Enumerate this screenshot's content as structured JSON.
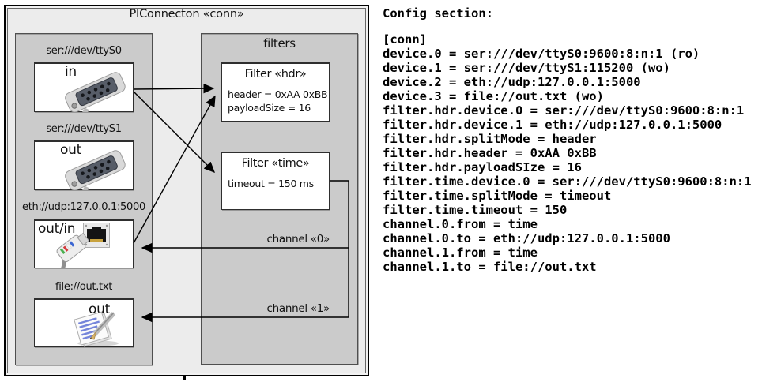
{
  "diagram": {
    "title": "PIConnecton «conn»",
    "devices": [
      {
        "label": "ser:///dev/ttyS0",
        "io": "in",
        "icon": "serial-connector"
      },
      {
        "label": "ser:///dev/ttyS1",
        "io": "out",
        "icon": "serial-connector"
      },
      {
        "label": "eth://udp:127.0.0.1:5000",
        "io": "out/in",
        "icon": "ethernet"
      },
      {
        "label": "file://out.txt",
        "io": "out",
        "icon": "file-note"
      }
    ],
    "filters_panel": {
      "title": "filters",
      "filters": [
        {
          "title": "Filter «hdr»",
          "lines": [
            "header = 0xAA 0xBB",
            "payloadSize = 16"
          ]
        },
        {
          "title": "Filter «time»",
          "lines": [
            "timeout = 150 ms"
          ]
        }
      ]
    },
    "channels": [
      {
        "label": "channel «0»"
      },
      {
        "label": "channel «1»"
      }
    ]
  },
  "config": {
    "heading": "Config section:",
    "lines": [
      "[conn]",
      "device.0 = ser:///dev/ttyS0:9600:8:n:1 (ro)",
      "device.1 = ser:///dev/ttyS1:115200 (wo)",
      "device.2 = eth://udp:127.0.0.1:5000",
      "device.3 = file://out.txt (wo)",
      "filter.hdr.device.0 = ser:///dev/ttyS0:9600:8:n:1",
      "filter.hdr.device.1 = eth://udp:127.0.0.1:5000",
      "filter.hdr.splitMode = header",
      "filter.hdr.header = 0xAA 0xBB",
      "filter.hdr.payloadSIze = 16",
      "filter.time.device.0 = ser:///dev/ttyS0:9600:8:n:1",
      "filter.time.splitMode = timeout",
      "filter.time.timeout = 150",
      "channel.0.from = time",
      "channel.0.to = eth://udp:127.0.0.1:5000",
      "channel.1.from = time",
      "channel.1.to = file://out.txt"
    ]
  },
  "colors": {
    "frame_bg": "#ececec",
    "panel_bg": "#cbcbcb",
    "line": "#000000"
  }
}
